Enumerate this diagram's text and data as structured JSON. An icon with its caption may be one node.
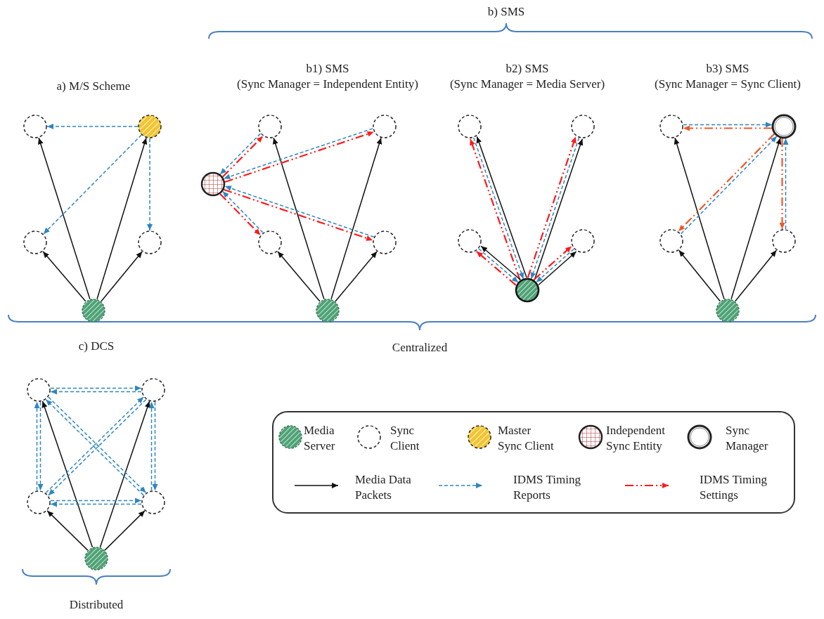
{
  "diagram": {
    "nodes": [
      {
        "text": [],
        "shape": "circle"
      },
      {
        "text": [],
        "shape": "circle"
      },
      {
        "text": [],
        "shape": "circle"
      },
      {
        "text": [],
        "shape": "circle"
      },
      {
        "text": [],
        "shape": "circle"
      },
      {
        "text": [],
        "shape": "circle"
      },
      {
        "text": [],
        "shape": "circle"
      },
      {
        "text": [],
        "shape": "circle"
      },
      {
        "text": [],
        "shape": "circle"
      },
      {
        "text": [],
        "shape": "circle"
      },
      {
        "text": [],
        "shape": "circle"
      },
      {
        "text": [],
        "shape": "circle"
      },
      {
        "text": [],
        "shape": "circle"
      },
      {
        "text": [],
        "shape": "circle"
      },
      {
        "text": [],
        "shape": "circle"
      },
      {
        "text": [],
        "shape": "circle"
      },
      {
        "text": [],
        "shape": "circle"
      },
      {
        "text": [],
        "shape": "circle"
      },
      {
        "text": [],
        "shape": "circle"
      },
      {
        "text": [],
        "shape": "circle"
      },
      {
        "text": [],
        "shape": "circle"
      },
      {
        "text": [],
        "shape": "circle"
      },
      {
        "text": [],
        "shape": "circle"
      },
      {
        "text": [],
        "shape": "circle"
      },
      {
        "text": [],
        "shape": "circle"
      },
      {
        "text": [],
        "shape": "circle"
      }
    ],
    "edges": [
      {
        "from": 4,
        "to": 0,
        "arrow": "to",
        "color": "#111111"
      },
      {
        "from": 4,
        "to": 1,
        "arrow": "to",
        "color": "#111111"
      },
      {
        "from": 4,
        "to": 2,
        "arrow": "to",
        "color": "#111111"
      },
      {
        "from": 4,
        "to": 3,
        "arrow": "to",
        "color": "#111111"
      },
      {
        "from": 1,
        "to": 0,
        "arrow": "to",
        "style": "dashed"
      },
      {
        "from": 1,
        "to": 2,
        "arrow": "to",
        "style": "dashed"
      },
      {
        "from": 1,
        "to": 3,
        "arrow": "to",
        "style": "dashed"
      },
      {
        "from": 10,
        "to": 6,
        "arrow": "to",
        "color": "#111111"
      },
      {
        "from": 10,
        "to": 7,
        "arrow": "to",
        "color": "#111111"
      },
      {
        "from": 10,
        "to": 8,
        "arrow": "to",
        "color": "#111111"
      },
      {
        "from": 10,
        "to": 9,
        "arrow": "to",
        "color": "#111111"
      },
      {
        "from": 6,
        "to": 5,
        "arrow": "to",
        "style": "dashed"
      },
      {
        "from": 5,
        "to": 6,
        "arrow": "to",
        "style": "dashed",
        "color": "#ff1a1a"
      },
      {
        "from": 7,
        "to": 5,
        "arrow": "to",
        "style": "dashed"
      },
      {
        "from": 5,
        "to": 7,
        "arrow": "to",
        "style": "dashed",
        "color": "#ff1a1a"
      },
      {
        "from": 8,
        "to": 5,
        "arrow": "to",
        "style": "dashed"
      },
      {
        "from": 5,
        "to": 8,
        "arrow": "to",
        "style": "dashed",
        "color": "#ff1a1a"
      },
      {
        "from": 9,
        "to": 5,
        "arrow": "to",
        "style": "dashed"
      },
      {
        "from": 5,
        "to": 9,
        "arrow": "to",
        "style": "dashed",
        "color": "#ff1a1a"
      },
      {
        "from": 15,
        "to": 11,
        "arrow": "to",
        "color": "#111111"
      },
      {
        "from": 11,
        "to": 15,
        "arrow": "to",
        "style": "dashed"
      },
      {
        "from": 15,
        "to": 11,
        "arrow": "to",
        "style": "dashed",
        "color": "#ff1a1a"
      },
      {
        "from": 15,
        "to": 12,
        "arrow": "to",
        "color": "#111111"
      },
      {
        "from": 12,
        "to": 15,
        "arrow": "to",
        "style": "dashed"
      },
      {
        "from": 15,
        "to": 12,
        "arrow": "to",
        "style": "dashed",
        "color": "#ff1a1a"
      },
      {
        "from": 15,
        "to": 13,
        "arrow": "to",
        "color": "#111111"
      },
      {
        "from": 13,
        "to": 15,
        "arrow": "to",
        "style": "dashed"
      },
      {
        "from": 15,
        "to": 13,
        "arrow": "to",
        "style": "dashed",
        "color": "#ff1a1a"
      },
      {
        "from": 15,
        "to": 14,
        "arrow": "to",
        "color": "#111111"
      },
      {
        "from": 14,
        "to": 15,
        "arrow": "to",
        "style": "dashed"
      },
      {
        "from": 15,
        "to": 14,
        "arrow": "to",
        "style": "dashed",
        "color": "#ff1a1a"
      },
      {
        "from": 20,
        "to": 16,
        "arrow": "to",
        "color": "#111111"
      },
      {
        "from": 20,
        "to": 17,
        "arrow": "to",
        "color": "#111111"
      },
      {
        "from": 20,
        "to": 18,
        "arrow": "to",
        "color": "#111111"
      },
      {
        "from": 20,
        "to": 19,
        "arrow": "to",
        "color": "#111111"
      },
      {
        "from": 16,
        "to": 17,
        "arrow": "to",
        "style": "dashed"
      },
      {
        "from": 17,
        "to": 16,
        "arrow": "to",
        "style": "dashed",
        "color": "#f0582a"
      },
      {
        "from": 18,
        "to": 17,
        "arrow": "to",
        "style": "dashed"
      },
      {
        "from": 17,
        "to": 18,
        "arrow": "to",
        "style": "dashed",
        "color": "#f0582a"
      },
      {
        "from": 19,
        "to": 17,
        "arrow": "to",
        "style": "dashed"
      },
      {
        "from": 17,
        "to": 19,
        "arrow": "to",
        "style": "dashed",
        "color": "#f0582a"
      },
      {
        "from": 25,
        "to": 21,
        "arrow": "to",
        "color": "#111111"
      },
      {
        "from": 25,
        "to": 22,
        "arrow": "to",
        "color": "#111111"
      },
      {
        "from": 25,
        "to": 23,
        "arrow": "to",
        "color": "#111111"
      },
      {
        "from": 25,
        "to": 24,
        "arrow": "to",
        "color": "#111111"
      },
      {
        "from": 21,
        "to": 22,
        "arrow": "to",
        "style": "dashed"
      },
      {
        "from": 22,
        "to": 21,
        "arrow": "to",
        "style": "dashed"
      },
      {
        "from": 21,
        "to": 23,
        "arrow": "to",
        "style": "dashed"
      },
      {
        "from": 23,
        "to": 21,
        "arrow": "to",
        "style": "dashed"
      },
      {
        "from": 21,
        "to": 24,
        "arrow": "to",
        "style": "dashed"
      },
      {
        "from": 24,
        "to": 21,
        "arrow": "to",
        "style": "dashed"
      },
      {
        "from": 22,
        "to": 23,
        "arrow": "to",
        "style": "dashed"
      },
      {
        "from": 23,
        "to": 22,
        "arrow": "to",
        "style": "dashed"
      },
      {
        "from": 22,
        "to": 24,
        "arrow": "to",
        "style": "dashed"
      },
      {
        "from": 24,
        "to": 22,
        "arrow": "to",
        "style": "dashed"
      },
      {
        "from": 23,
        "to": 24,
        "arrow": "to",
        "style": "dashed"
      },
      {
        "from": 24,
        "to": 23,
        "arrow": "to",
        "style": "dashed"
      }
    ],
    "labels": [
      "b) SMS",
      "b1) SMS (Sync Manager = Independent Entity)",
      "b2) SMS (Sync Manager = Media Server)",
      "b3) SMS (Sync Manager = Sync Client)",
      "a) M/S Scheme",
      "c) DCS",
      "Centralized",
      "Distributed"
    ],
    "legend": [
      {
        "text": "Media Server"
      },
      {
        "text": "Sync Client"
      },
      {
        "text": "Master Sync Client"
      },
      {
        "text": "Independent Sync Entity"
      },
      {
        "text": "Sync Manager"
      },
      {
        "text": "Media Data Packets"
      },
      {
        "text": "IDMS Timing Reports"
      },
      {
        "text": "IDMS Timing Settings"
      }
    ]
  }
}
